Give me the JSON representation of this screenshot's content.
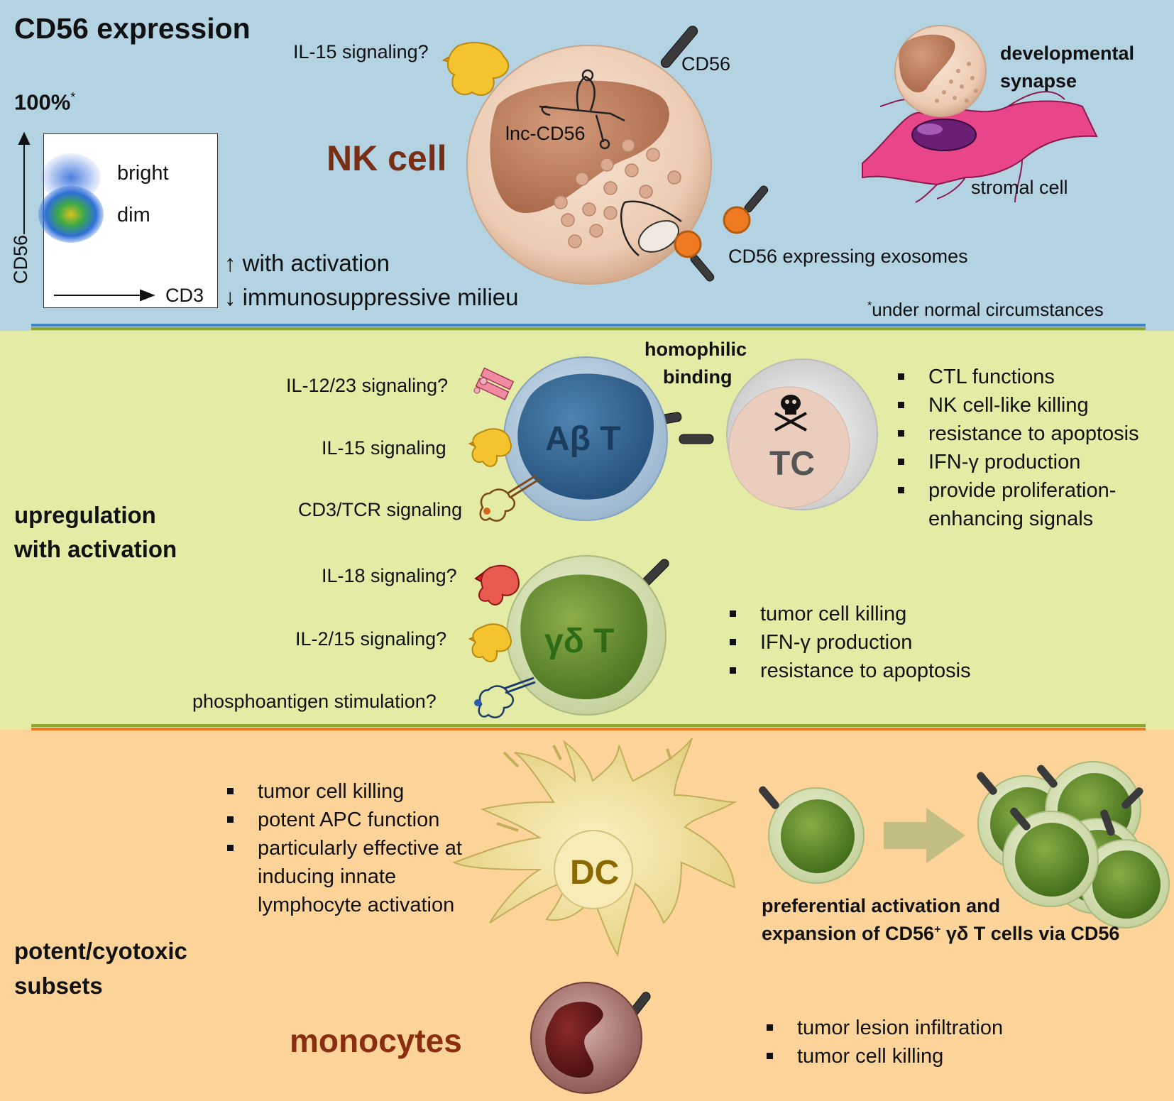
{
  "top": {
    "title": "CD56 expression",
    "percent": "100%",
    "percent_sup": "*",
    "flow": {
      "y_axis": "CD56",
      "x_axis": "CD3",
      "bright": "bright",
      "dim": "dim"
    },
    "with_activation": "↑ with activation",
    "immunosuppressive": "↓ immunosuppressive milieu",
    "il15_q": "IL-15 signaling?",
    "cd56": "CD56",
    "nk_label": "NK cell",
    "lnc": "lnc-CD56",
    "synapse_1": "developmental",
    "synapse_2": "synapse",
    "stromal": "stromal cell",
    "exosomes": "CD56 expressing exosomes",
    "footnote_sup": "*",
    "footnote": "under normal circumstances"
  },
  "middle": {
    "section_1": "upregulation",
    "section_2": "with activation",
    "il1223": "IL-12/23 signaling?",
    "il15": "IL-15 signaling",
    "cd3tcr": "CD3/TCR signaling",
    "ab_t": "Aβ T",
    "homophilic_1": "homophilic",
    "homophilic_2": "binding",
    "tc": "TC",
    "ab_functions": [
      "CTL functions",
      "NK cell-like killing",
      "resistance to apoptosis",
      "IFN-γ production",
      "provide proliferation-\nenhancing signals"
    ],
    "il18": "IL-18 signaling?",
    "il215": "IL-2/15 signaling?",
    "phospho": "phosphoantigen stimulation?",
    "gd_t": "γδ T",
    "gd_functions": [
      "tumor cell killing",
      "IFN-γ production",
      "resistance to apoptosis"
    ]
  },
  "bottom": {
    "section_1": "potent/cyotoxic",
    "section_2": "subsets",
    "dc_functions": [
      "tumor cell killing",
      "potent APC function",
      "particularly effective at\ninducing innate\nlymphocyte activation"
    ],
    "dc": "DC",
    "expansion_1": "preferential activation and",
    "expansion_2a": "expansion of CD56",
    "expansion_sup": "+",
    "expansion_2b": " γδ T cells via CD56",
    "monocytes": "monocytes",
    "mono_functions": [
      "tumor lesion infiltration",
      "tumor cell killing"
    ]
  },
  "colors": {
    "top_bg": "#b3d3e3",
    "middle_bg": "#e3eba4",
    "bottom_bg": "#fcd49a",
    "nk_text": "#7a2e14",
    "ab_text": "#1a3d5e",
    "gd_text": "#2f6b14",
    "dc_text": "#8a6a00",
    "mono_text": "#8b2e10"
  }
}
